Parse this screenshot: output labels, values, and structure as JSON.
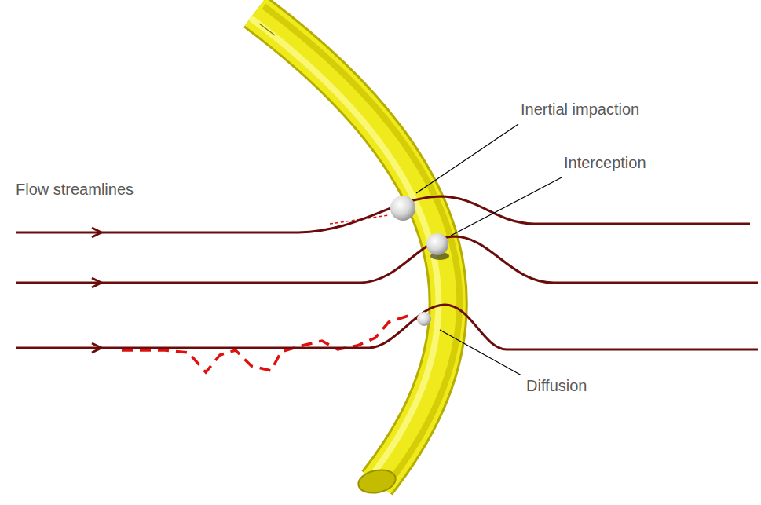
{
  "diagram": {
    "labels": [
      "Flow streamlines",
      "Inertial impaction",
      "Interception",
      "Diffusion"
    ]
  }
}
